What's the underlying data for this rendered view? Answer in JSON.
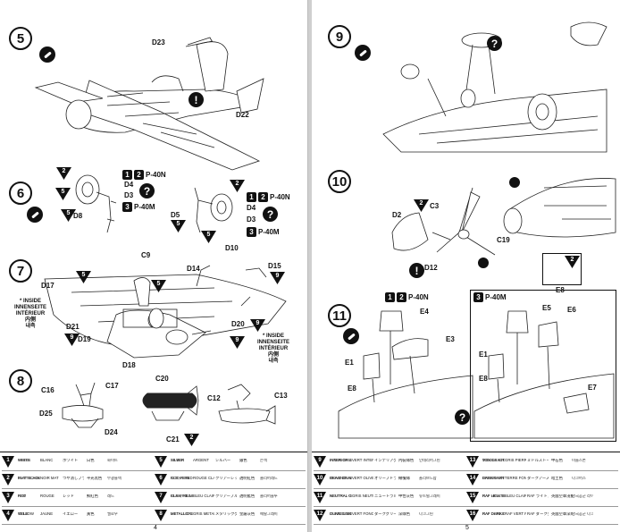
{
  "left_page": {
    "folio": "4",
    "steps": {
      "s5": {
        "num": "5",
        "labels": {
          "d23": "D23",
          "d22": "D22"
        }
      },
      "s6": {
        "num": "6",
        "labels": {
          "d4a": "D4",
          "d3a": "D3",
          "d8": "D8",
          "d5": "D5",
          "d4b": "D4",
          "d3b": "D3"
        },
        "variant_a1": "P-40N",
        "variant_a2": "P-40M",
        "variant_b1": "P-40N",
        "variant_b2": "P-40M",
        "tri_a1": "2",
        "tri_a2": "5",
        "tri_a3": "5",
        "tri_b1": "2",
        "tri_b2": "5",
        "tri_b3": "5"
      },
      "s7": {
        "num": "7",
        "labels": {
          "c9": "C9",
          "d10": "D10",
          "d14": "D14",
          "d15": "D15",
          "d17": "D17",
          "d21": "D21",
          "d19": "D19",
          "d20": "D20",
          "d18": "D18"
        },
        "inside_left": "* INSIDE\nINNENSEITE\nINTÉRIEUR\n内側\n내측",
        "inside_right": "* INSIDE\nINNENSEITE\nINTÉRIEUR\n内側\n내측",
        "tri_d15": "9",
        "tri_d19": "9",
        "tri_d20": "9",
        "tri_top": "5",
        "tri_mid": "5",
        "tri_right": "9"
      },
      "s8": {
        "num": "8",
        "labels": {
          "c16": "C16",
          "c17": "C17",
          "d25": "D25",
          "d24": "D24",
          "c20": "C20",
          "c21": "C21",
          "c12": "C12",
          "c13": "C13"
        },
        "tri_c21": "2"
      }
    },
    "variant_nums": {
      "one": "1",
      "two": "2",
      "three": "3"
    }
  },
  "right_page": {
    "folio": "5",
    "steps": {
      "s9": {
        "num": "9"
      },
      "s10": {
        "num": "10",
        "labels": {
          "c3": "C3",
          "d2": "D2",
          "c19": "C19",
          "d12": "D12",
          "e8": "E8"
        },
        "tri_c3": "2",
        "tri_e8": "2"
      },
      "s11": {
        "num": "11",
        "labels": {
          "e4": "E4",
          "e3": "E3",
          "e1": "E1",
          "e8": "E8",
          "e5": "E5",
          "e6": "E6",
          "e1b": "E1",
          "e8b": "E8",
          "e7": "E7"
        },
        "variant_a": "P-40N",
        "variant_b": "P-40M"
      }
    }
  },
  "paint_colors_left": [
    {
      "no": "1",
      "color": "#111111",
      "names": [
        "WHITE",
        "WEISS",
        "BLANC",
        "ホワイト",
        "白色",
        "화이트"
      ]
    },
    {
      "no": "2",
      "color": "#111111",
      "names": [
        "FLAT BLACK",
        "MATTSCHWARZ",
        "NOIR MAT",
        "つや消しブラック",
        "平光黑色",
        "무광블랙"
      ]
    },
    {
      "no": "3",
      "color": "#111111",
      "names": [
        "RED",
        "ROT",
        "ROUGE",
        "レッド",
        "鮮紅色",
        "레드"
      ]
    },
    {
      "no": "4",
      "color": "#111111",
      "names": [
        "YELLOW",
        "GELB",
        "JAUNE",
        "イエロー",
        "黃色",
        "옐로우"
      ]
    },
    {
      "no": "5",
      "color": "#111111",
      "names": [
        "SILVER",
        "SILBER",
        "ARGENT",
        "シルバー",
        "銀色",
        "은색"
      ]
    },
    {
      "no": "6",
      "color": "#111111",
      "names": [
        "CLEAR RED",
        "ROT, REIN",
        "ROUGE CLAIR",
        "クリアーレッド",
        "透明紅色",
        "클리어레드"
      ]
    },
    {
      "no": "7",
      "color": "#111111",
      "names": [
        "CLEAR BLUE",
        "BLAU, REIN",
        "BLEU CLAIR",
        "クリアーブルー",
        "透明藍色",
        "클리어블루"
      ]
    },
    {
      "no": "8",
      "color": "#111111",
      "names": [
        "METALLIC GRAY",
        "METALLGRAU",
        "GRIS METAL",
        "メタリックグレイ",
        "金屬灰色",
        "메탈그레이"
      ]
    }
  ],
  "paint_colors_right": [
    {
      "no": "9",
      "color": "#111111",
      "names": [
        "INTERIOR GREEN",
        "INNEN GRÜN",
        "VERT INTERIEUR",
        "インテリアグリーン",
        "內裝綠色",
        "인테리어그린"
      ]
    },
    {
      "no": "10",
      "color": "#111111",
      "names": [
        "OLIVE DRAB",
        "BRAUNOLIV",
        "VERT OLIVE",
        "オリーブドラブ",
        "橄欖綠",
        "올리브드랍"
      ]
    },
    {
      "no": "11",
      "color": "#111111",
      "names": [
        "NEUTRAL GRAY",
        "NEUTRAL GRAU",
        "GRIS NEUTRE",
        "ニュートラルグレイ",
        "中性灰色",
        "뉴트럴그레이"
      ]
    },
    {
      "no": "12",
      "color": "#111111",
      "names": [
        "OLIVE GREEN",
        "DUNKELGRÜN",
        "VERT FONCÉ",
        "ダークグリーン",
        "深綠色",
        "다크그린"
      ]
    },
    {
      "no": "13",
      "color": "#111111",
      "names": [
        "MIDDLE STONE",
        "TON GRAUMITTEL",
        "GRIS PIERRE MOYEN",
        "ミドルストーン",
        "中石色",
        "미들스톤"
      ]
    },
    {
      "no": "14",
      "color": "#111111",
      "names": [
        "DARK EARTH",
        "ERDBRAUN",
        "TERRE FONCÉE",
        "ダークアース",
        "暗土色",
        "다크어스"
      ]
    },
    {
      "no": "15",
      "color": "#111111",
      "names": [
        "RAF LIGHT BLUE",
        "RAF HELL BLAU",
        "BLEU CLAIR RAF",
        "RAF ライトブルー",
        "英國空軍淺藍",
        "영국공군 라이트블루"
      ]
    },
    {
      "no": "16",
      "color": "#111111",
      "names": [
        "RAF DARK GREEN",
        "RAF DUNKEL GRÜN",
        "RAF VERT FONCÉ",
        "RAF ダークグリーン",
        "英國空軍深綠",
        "영국공군 다크그린"
      ]
    }
  ]
}
